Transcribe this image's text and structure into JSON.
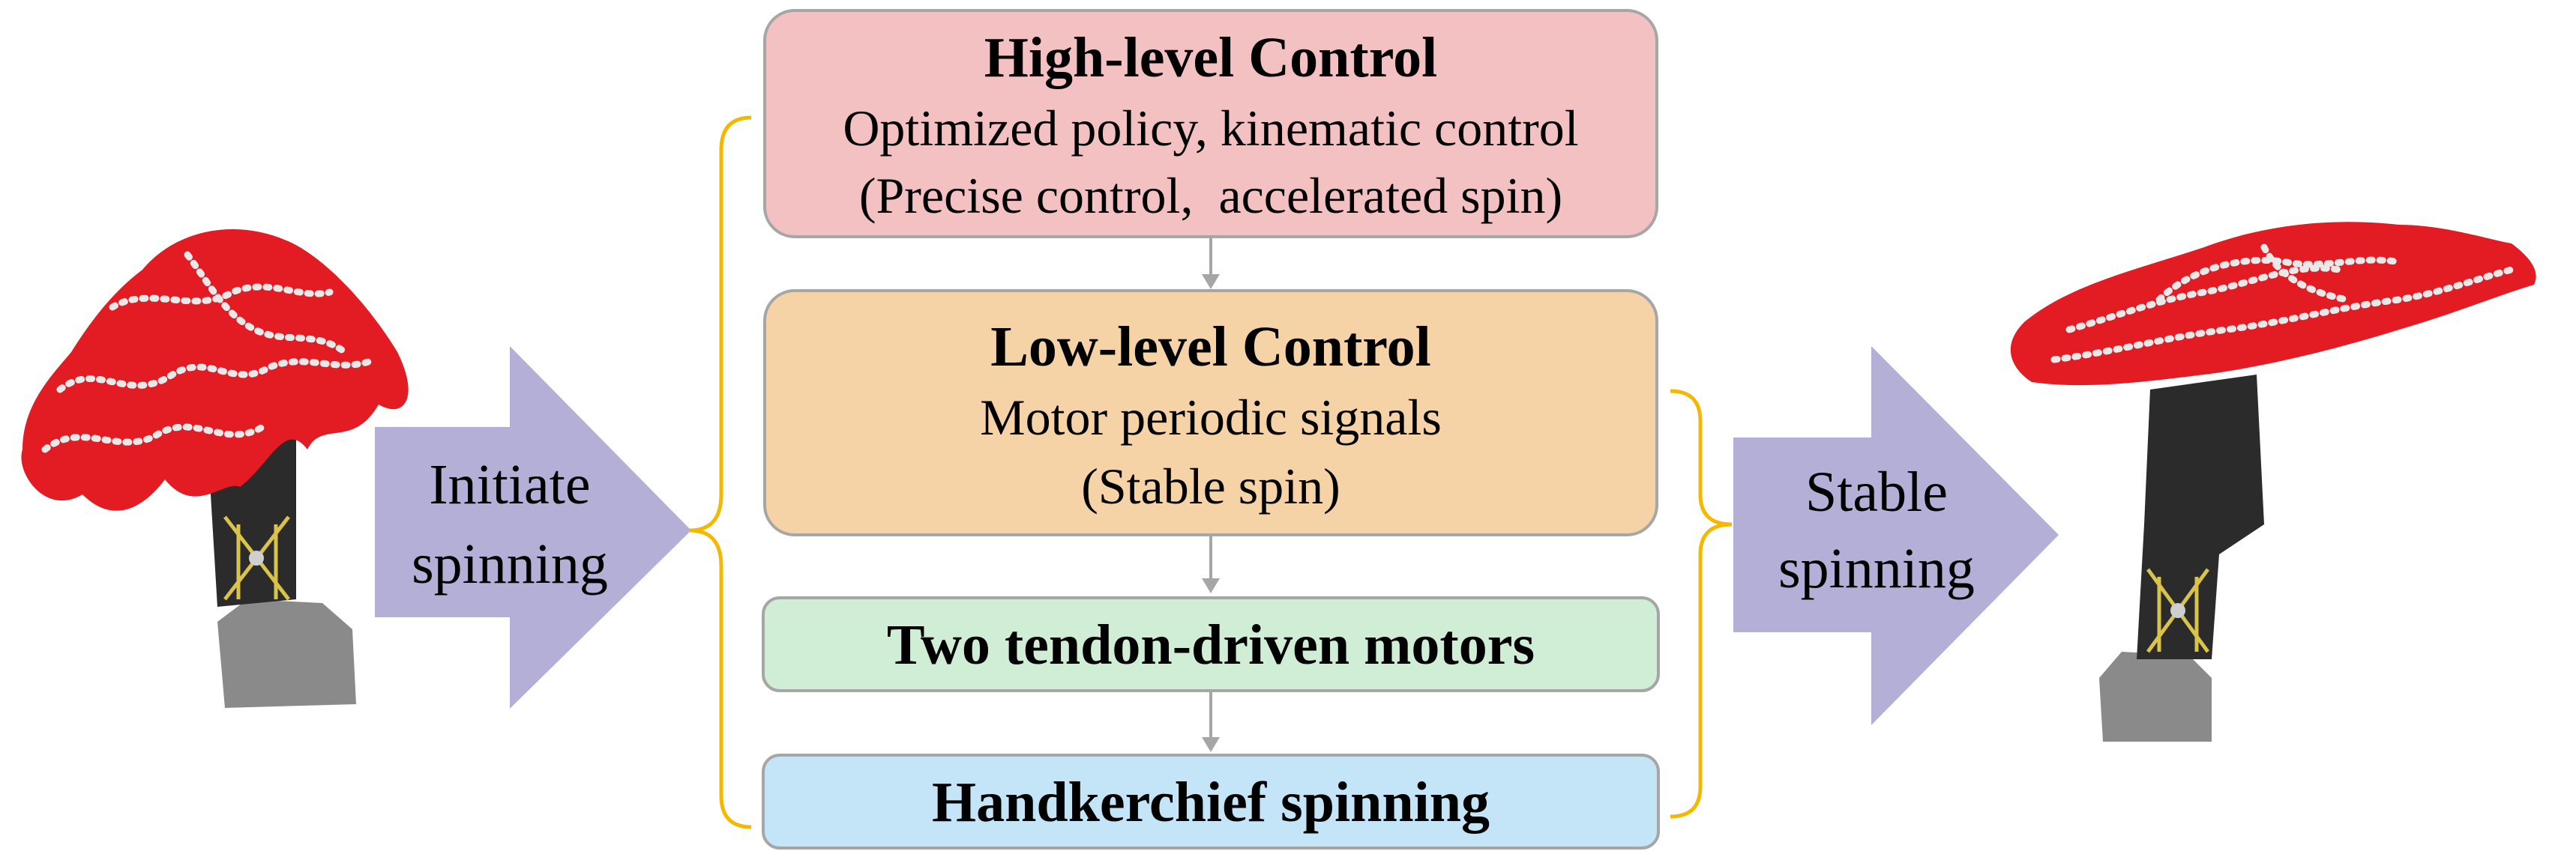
{
  "colors": {
    "box_high": "#f4c1c3",
    "box_low": "#f5d3a6",
    "box_motors": "#cfeed5",
    "box_spin": "#c4e4f7",
    "box_stroke": "#a6a6a6",
    "connector": "#a6a6a6",
    "brace": "#f5b800",
    "big_arrow": "#b3afd6",
    "cloth": "#e31b23",
    "cloth_trim": "#e9e9e9",
    "robot_body": "#2b2b2b",
    "robot_base": "#8a8a8a"
  },
  "left_arrow": {
    "label_line1": "Initiate",
    "label_line2": "spinning"
  },
  "right_arrow": {
    "label_line1": "Stable",
    "label_line2": "spinning"
  },
  "boxes": {
    "high": {
      "title": "High-level Control",
      "line1": "Optimized policy, kinematic control",
      "line2": "(Precise control,  accelerated spin)"
    },
    "low": {
      "title": "Low-level Control",
      "line1": "Motor periodic signals",
      "line2": "(Stable spin)"
    },
    "motors": {
      "title": "Two tendon-driven motors"
    },
    "spin": {
      "title": "Handkerchief spinning"
    }
  },
  "icons": {
    "left_photo": "robot-hand-with-draped-handkerchief-icon",
    "right_photo": "robot-hand-with-spinning-handkerchief-icon"
  }
}
